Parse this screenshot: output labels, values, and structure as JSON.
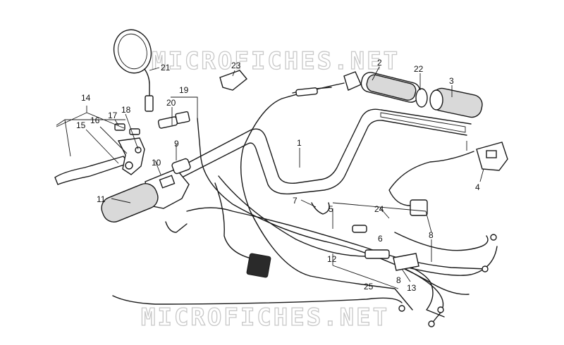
{
  "watermark": {
    "top": "MICROFICHES.NET",
    "bottom": "MICROFICHES.NET"
  },
  "callouts": [
    "1",
    "2",
    "3",
    "4",
    "5",
    "6",
    "7",
    "8",
    "9",
    "10",
    "11",
    "12",
    "13",
    "14",
    "15",
    "16",
    "17",
    "18",
    "19",
    "20",
    "21",
    "22",
    "23",
    "24",
    "25",
    "8"
  ]
}
